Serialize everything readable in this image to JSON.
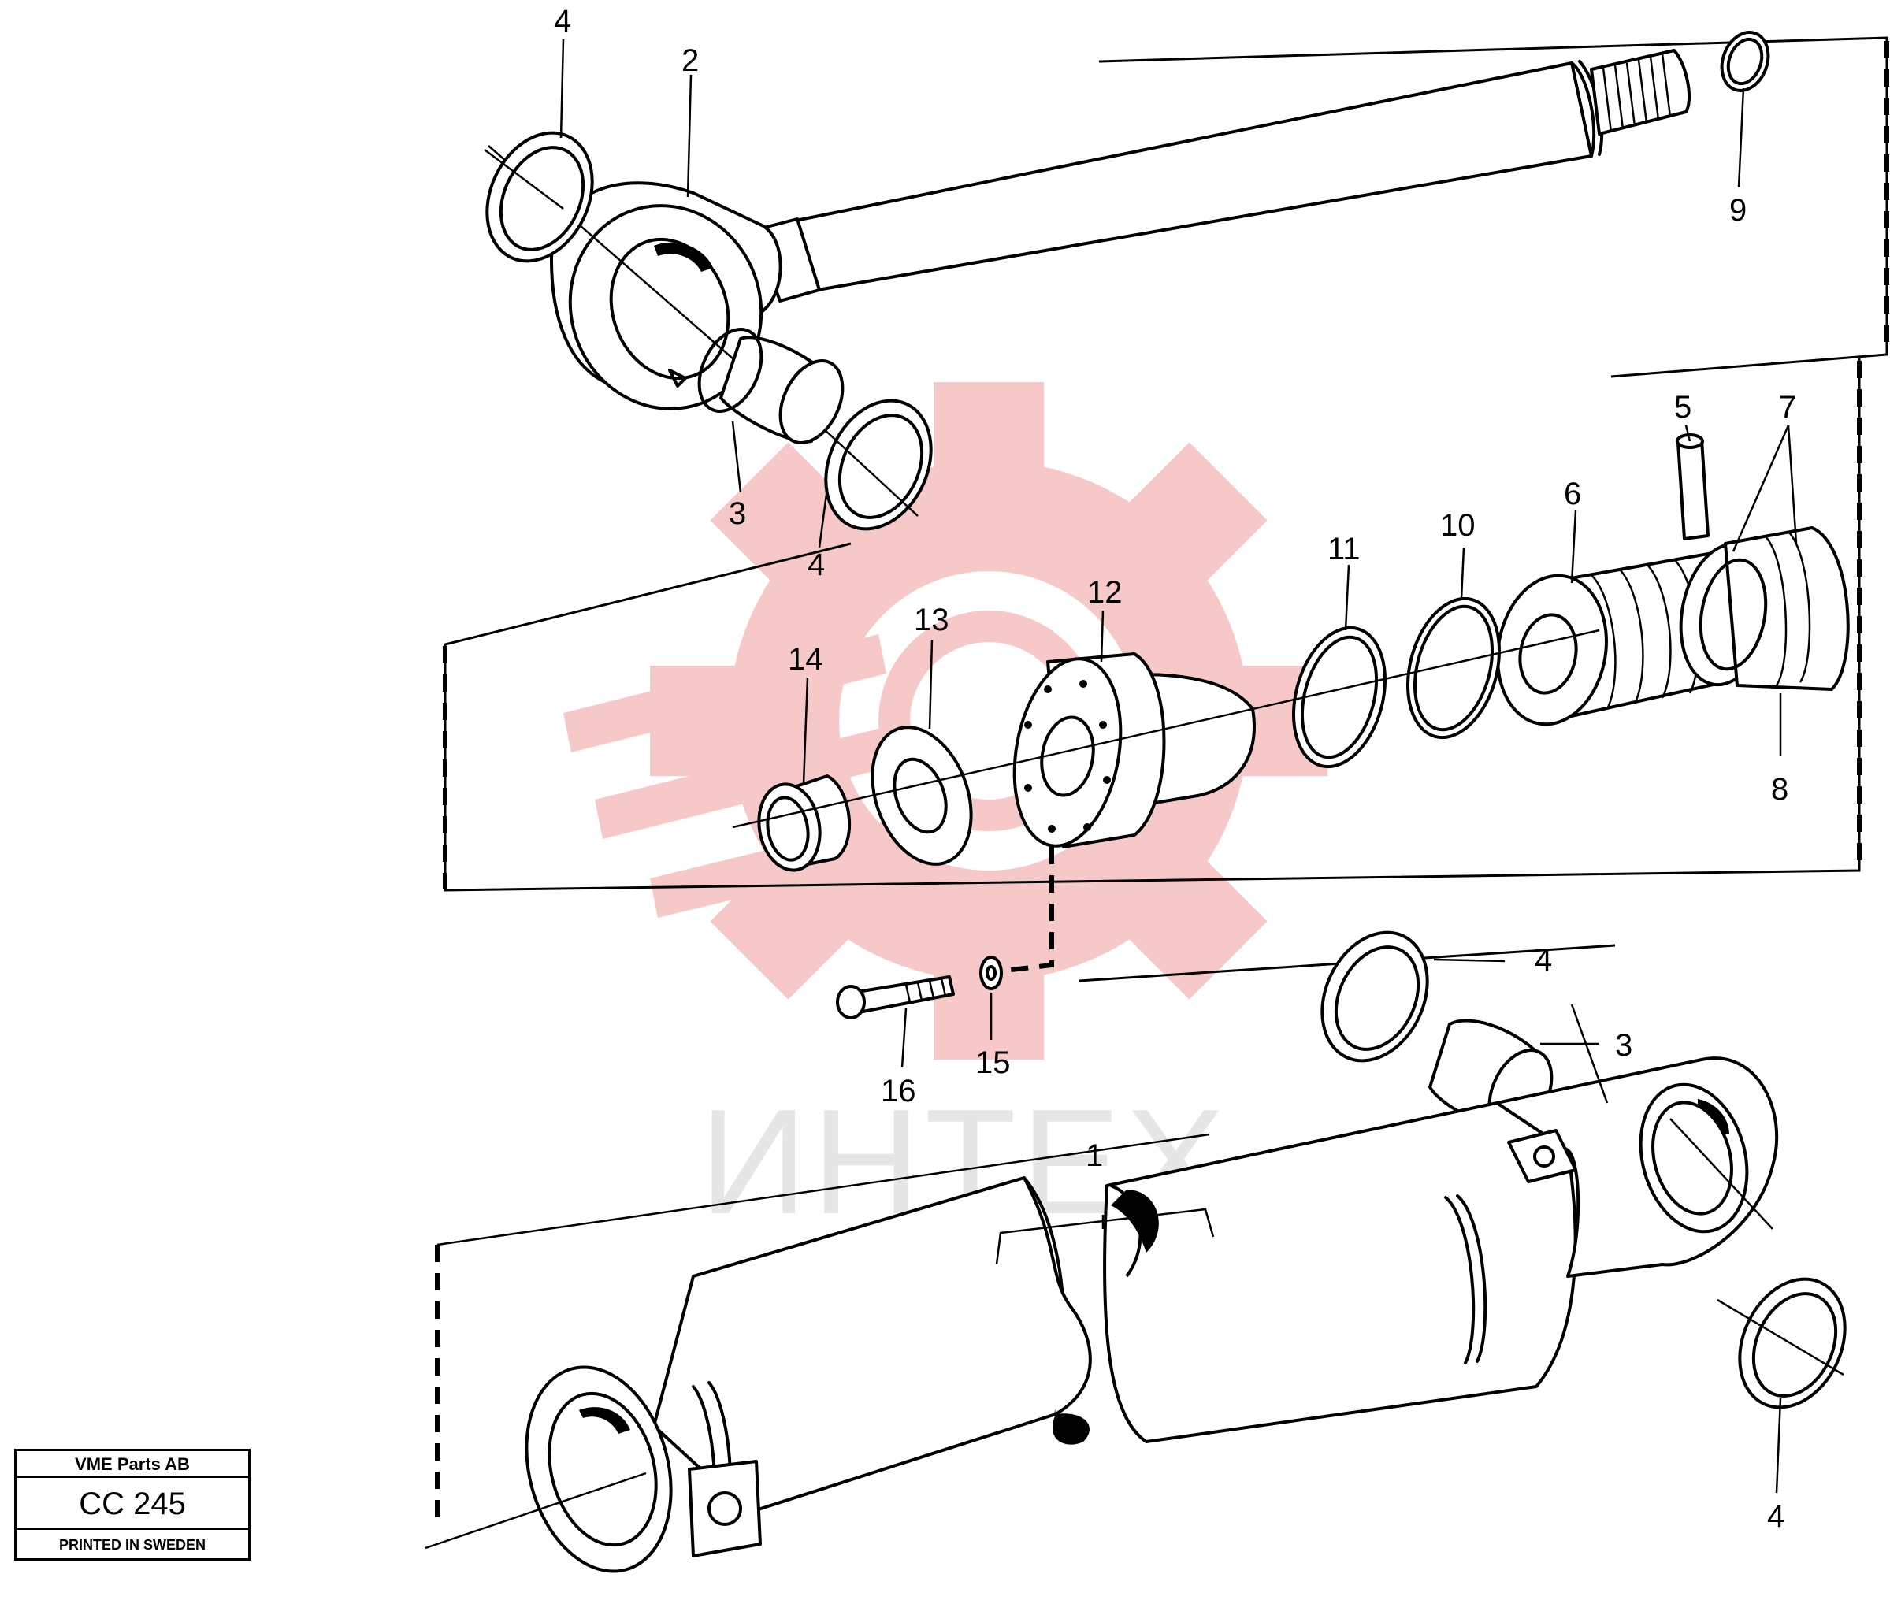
{
  "watermark": {
    "text": "ИНТЕХ",
    "gear_color": "#f7c8c8",
    "text_color": "#e6e6e6"
  },
  "title_block": {
    "company": "VME Parts AB",
    "code": "CC 245",
    "printed": "PRINTED IN SWEDEN"
  },
  "callouts": {
    "c1": "1",
    "c2": "2",
    "c3a": "3",
    "c3b": "3",
    "c4a": "4",
    "c4b": "4",
    "c4c": "4",
    "c4d": "4",
    "c5": "5",
    "c6": "6",
    "c7": "7",
    "c8": "8",
    "c9": "9",
    "c10": "10",
    "c11": "11",
    "c12": "12",
    "c13": "13",
    "c14": "14",
    "c15": "15",
    "c16": "16"
  },
  "parts": [
    {
      "no": "1",
      "icon": "cylinder-tube"
    },
    {
      "no": "2",
      "icon": "piston-rod"
    },
    {
      "no": "3",
      "icon": "bushing"
    },
    {
      "no": "4",
      "icon": "retaining-ring"
    },
    {
      "no": "5",
      "icon": "pin"
    },
    {
      "no": "6",
      "icon": "piston"
    },
    {
      "no": "7",
      "icon": "piston-seal"
    },
    {
      "no": "8",
      "icon": "guide-ring"
    },
    {
      "no": "9",
      "icon": "o-ring"
    },
    {
      "no": "10",
      "icon": "o-ring"
    },
    {
      "no": "11",
      "icon": "backup-ring"
    },
    {
      "no": "12",
      "icon": "cylinder-head"
    },
    {
      "no": "13",
      "icon": "wiper-ring"
    },
    {
      "no": "14",
      "icon": "scraper"
    },
    {
      "no": "15",
      "icon": "washer"
    },
    {
      "no": "16",
      "icon": "screw"
    }
  ]
}
